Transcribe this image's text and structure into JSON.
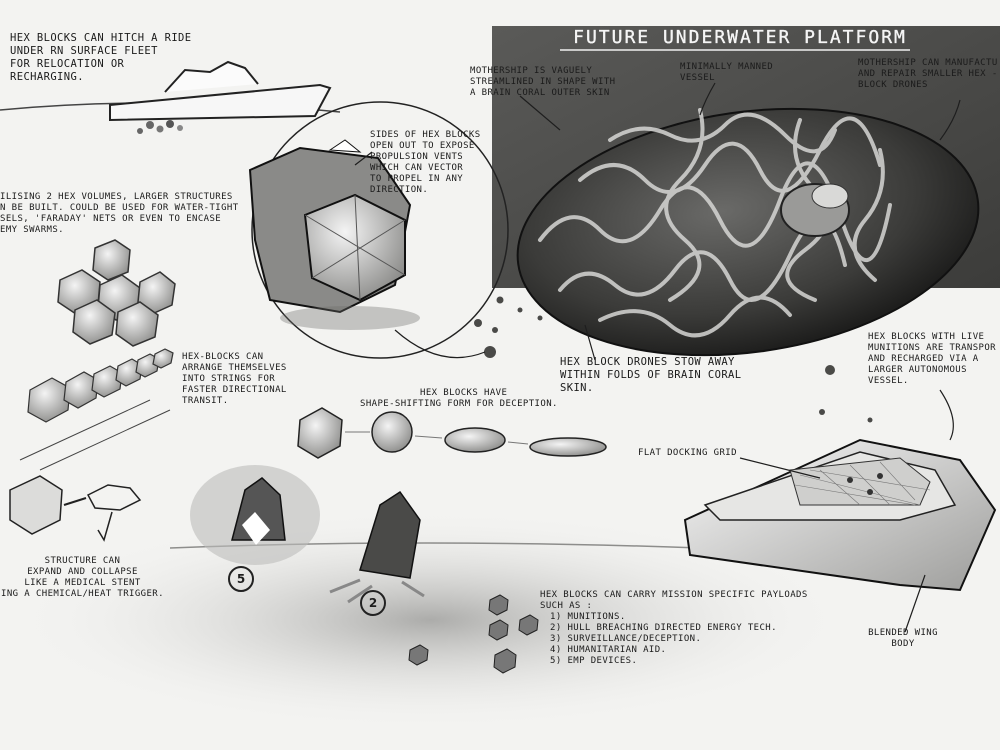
{
  "title": "Future Underwater Platform",
  "notes": {
    "surface_fleet": [
      "Hex blocks can hitch a ride",
      "under RN surface fleet",
      "for relocation or",
      "recharging."
    ],
    "structures": [
      "ilising 2 hex volumes, larger structures",
      "n be built. Could be used for water-tight",
      "sels, 'Faraday' nets or even to encase",
      "emy swarms."
    ],
    "sides": [
      "Sides of hex blocks",
      "open out to expose",
      "propulsion vents",
      "which can vector",
      "to propel in any",
      "direction."
    ],
    "mothership": [
      "Mothership is vaguely",
      "streamlined in shape with",
      "a brain coral outer skin"
    ],
    "minimally_manned": [
      "Minimally manned",
      "vessel"
    ],
    "manufacture": [
      "Mothership can manufactu",
      "and repair smaller hex -",
      "block drones"
    ],
    "stow": [
      "Hex block drones stow away",
      "within folds of brain coral",
      "skin."
    ],
    "strings": [
      "Hex-blocks can",
      "arrange themselves",
      "into strings for",
      "faster directional",
      "transit."
    ],
    "shape_shift": [
      "Hex blocks have",
      "shape-shifting form for deception."
    ],
    "live_munitions": [
      "Hex blocks with live",
      "munitions are transpor",
      "and recharged via a",
      "larger autonomous",
      "vessel."
    ],
    "docking_grid": "Flat docking grid",
    "stent": [
      "Structure can",
      "expand and collapse",
      "like a medical stent",
      "ing a chemical/heat trigger."
    ],
    "payloads_intro": [
      "Hex blocks can carry mission specific payloads",
      "such as :"
    ],
    "payloads": [
      "1) Munitions.",
      "2) Hull breaching directed energy tech.",
      "3) Surveillance/deception.",
      "4) Humanitarian aid.",
      "5) EMP devices."
    ],
    "wing_body": [
      "Blended wing",
      "body"
    ]
  },
  "numerals": {
    "left": "5",
    "right": "2"
  },
  "colors": {
    "ink": "#1e1e1e",
    "paper": "#f3f3f1",
    "panel": "#4a4a48",
    "coral_dark": "#3a3a38",
    "coral_light": "#d8d8d6"
  }
}
